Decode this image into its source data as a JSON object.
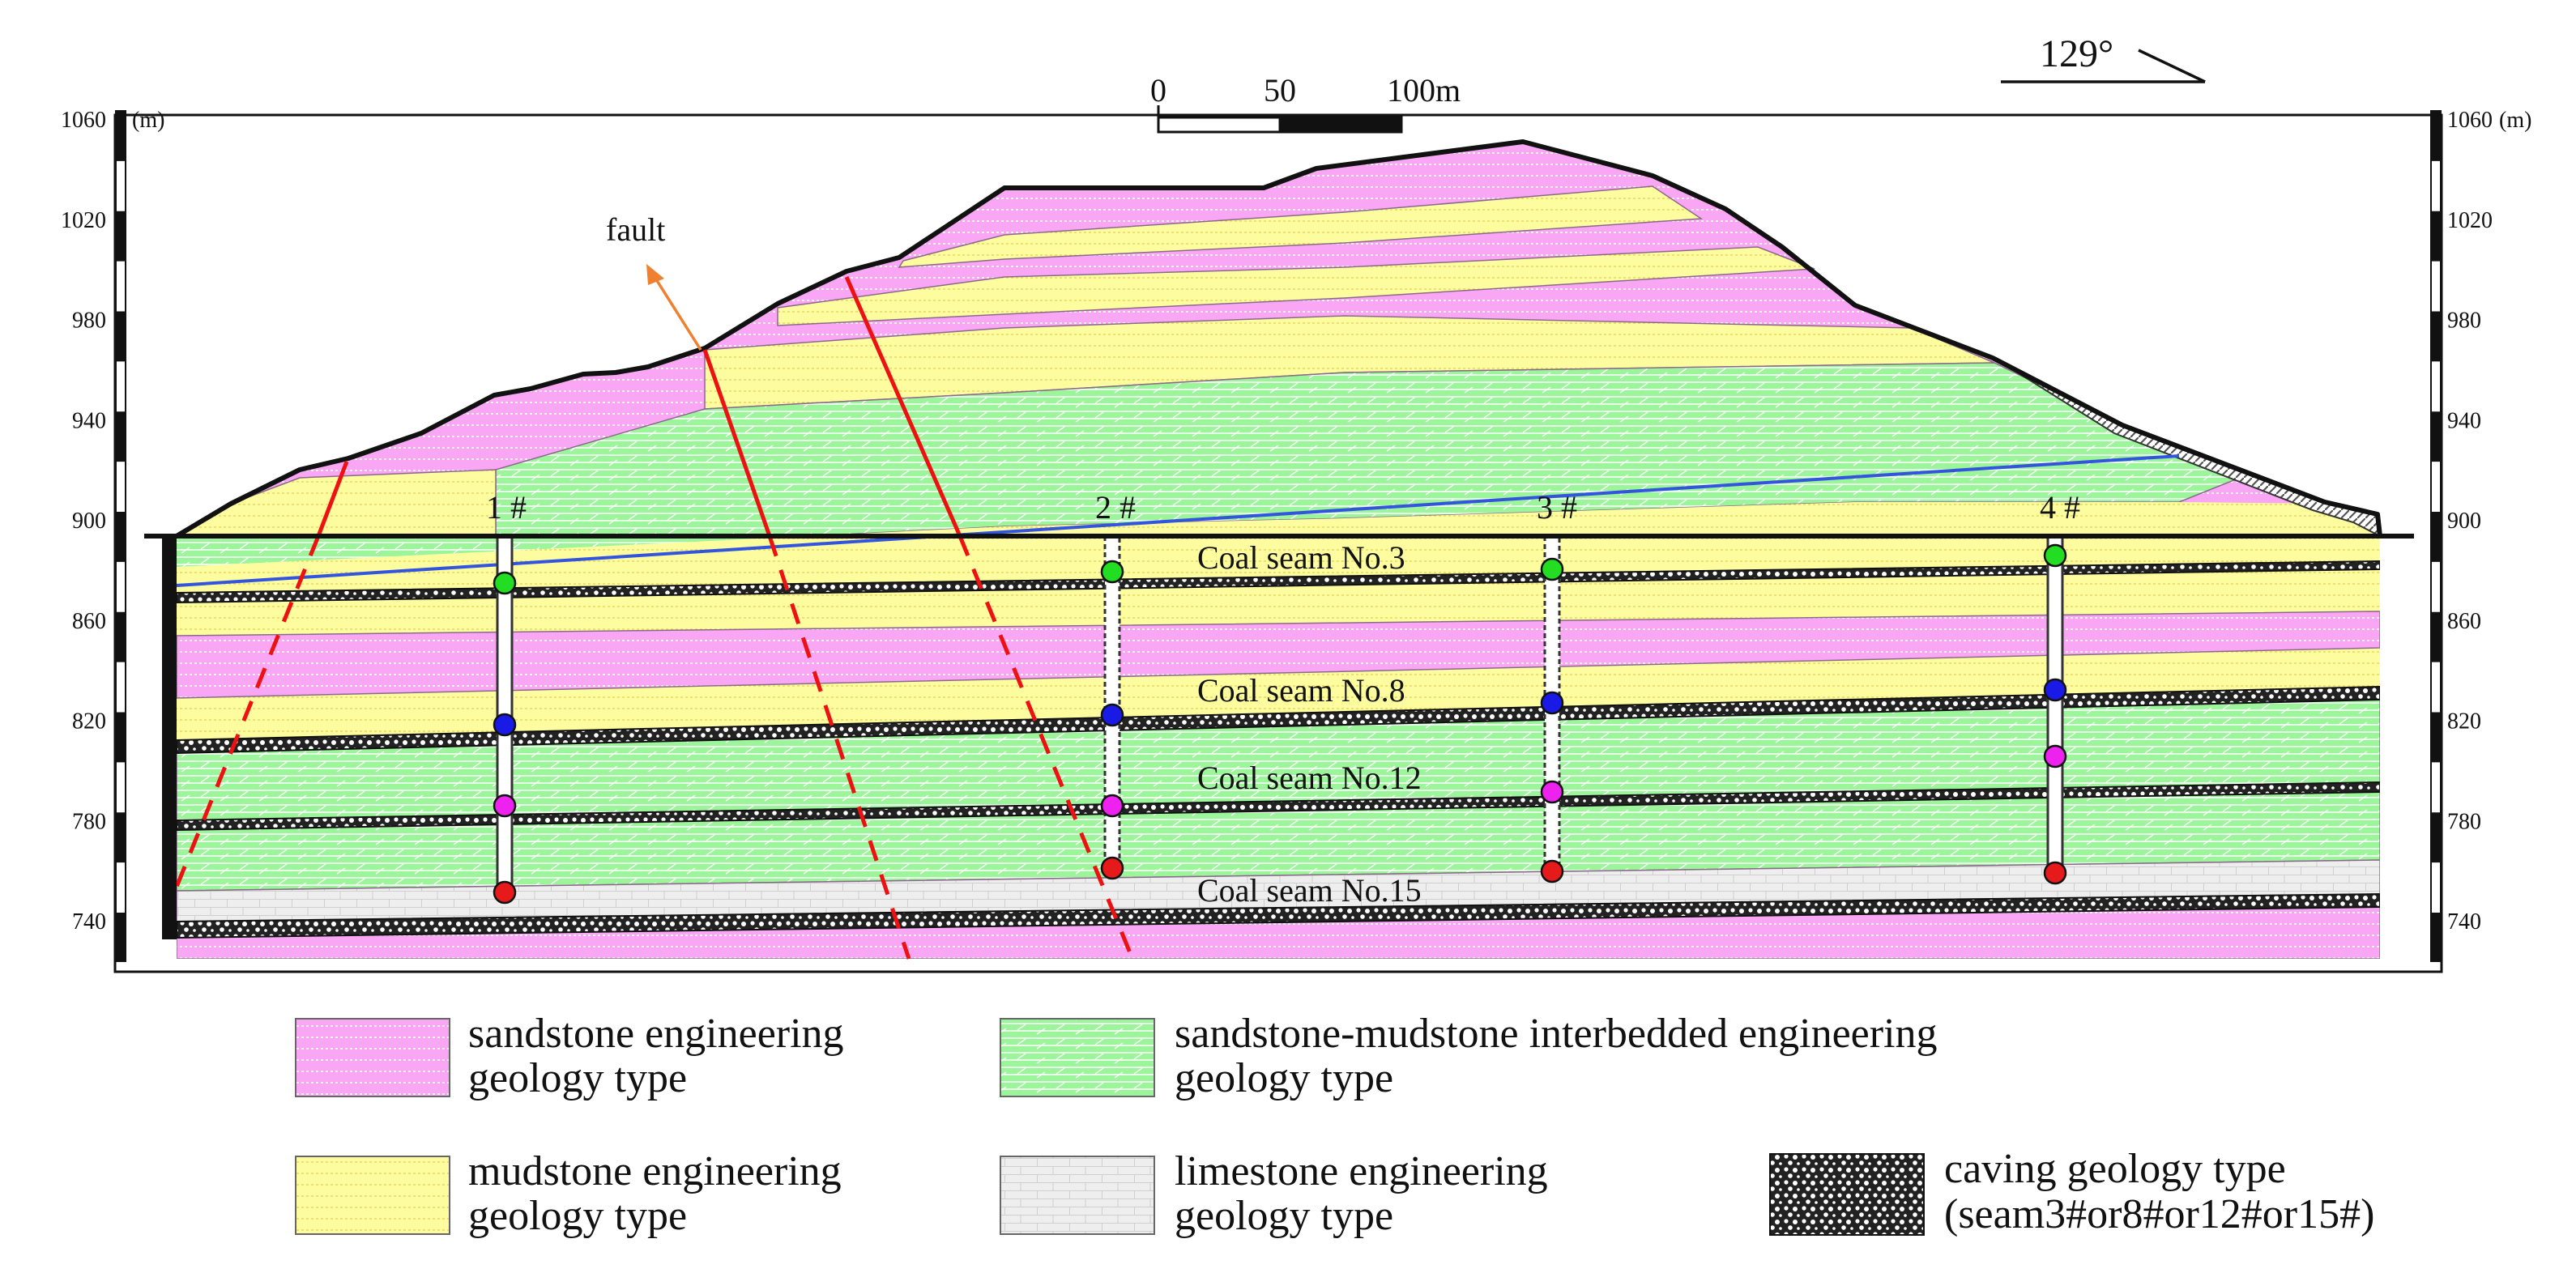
{
  "elevation_axis": {
    "unit": "(m)",
    "ticks": [
      "1060",
      "1020",
      "980",
      "940",
      "900",
      "860",
      "820",
      "780",
      "740"
    ]
  },
  "orientation_label": "129°",
  "scale_bar": {
    "labels": [
      "0",
      "50",
      "100m"
    ]
  },
  "fault_label": "fault",
  "boreholes": [
    "1 #",
    "2 #",
    "3 #",
    "4 #"
  ],
  "seam_labels": [
    "Coal seam No.3",
    "Coal seam No.8",
    "Coal seam No.12",
    "Coal seam No.15"
  ],
  "legend": [
    {
      "key": "sandstone",
      "lines": [
        "sandstone engineering",
        "geology type"
      ]
    },
    {
      "key": "interbedded",
      "lines": [
        "sandstone-mudstone interbedded engineering",
        "geology type"
      ]
    },
    {
      "key": "mudstone",
      "lines": [
        "mudstone engineering",
        "geology type"
      ]
    },
    {
      "key": "limestone",
      "lines": [
        "limestone engineering",
        "geology type"
      ]
    },
    {
      "key": "caving",
      "lines": [
        "caving geology type",
        "(seam3#or8#or12#or15#)"
      ]
    }
  ],
  "colors": {
    "sandstone": "#f9a6f5",
    "mudstone": "#fdfd9f",
    "interbedded": "#9cf59a",
    "limestone": "#eeeeee",
    "fault": "#ee1111",
    "fault_arrow": "#f08030",
    "seam_marker_3": "#22dd22",
    "seam_marker_8": "#1a1ae6",
    "seam_marker_12": "#ee22ee",
    "seam_marker_15": "#e61a1a",
    "water_line": "#3355dd"
  }
}
